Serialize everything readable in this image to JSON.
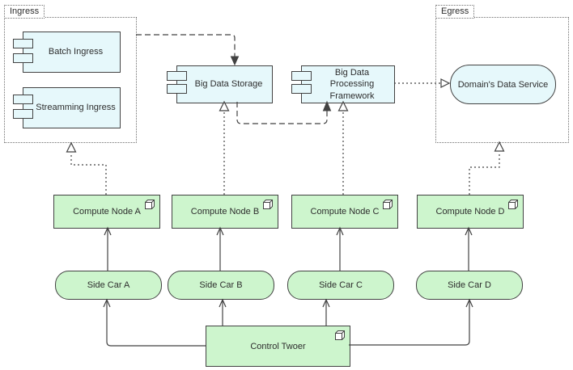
{
  "colors": {
    "bg": "#ffffff",
    "blue_fill": "#e6f8fb",
    "green_fill": "#cdf5cd",
    "stroke": "#424242",
    "group_stroke": "#707070",
    "text": "#2d2d2d"
  },
  "groups": {
    "ingress": {
      "label": "Ingress"
    },
    "egress": {
      "label": "Egress"
    }
  },
  "components": [
    {
      "label": "Batch Ingress"
    },
    {
      "label": "Streamming Ingress"
    },
    {
      "label": "Big Data Storage"
    },
    {
      "label": "Big Data Processing Framework"
    }
  ],
  "service": {
    "label": "Domain's Data Service"
  },
  "compute_nodes": [
    {
      "label": "Compute Node A"
    },
    {
      "label": "Compute Node B"
    },
    {
      "label": "Compute Node C"
    },
    {
      "label": "Compute Node D"
    }
  ],
  "side_cars": [
    {
      "label": "Side Car A"
    },
    {
      "label": "Side Car B"
    },
    {
      "label": "Side Car C"
    },
    {
      "label": "Side Car D"
    }
  ],
  "control_tower": {
    "label": "Control Twoer"
  },
  "icons": {
    "node_cube": "cube-icon",
    "component_tab": "component-tab-icon"
  }
}
